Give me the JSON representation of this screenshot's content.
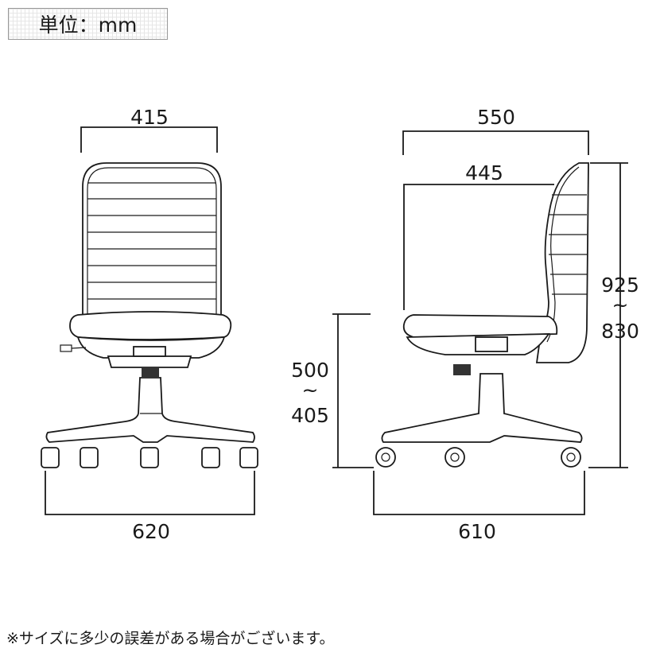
{
  "unit_label": "単位：mm",
  "front_view": {
    "backrest_width": "415",
    "overall_width": "620"
  },
  "side_view": {
    "overall_depth": "550",
    "seat_depth": "445",
    "height_max": "925",
    "height_min": "830",
    "seat_height_max": "500",
    "seat_height_min": "405",
    "base_depth": "610",
    "range_symbol": "~"
  },
  "footnote": "※サイズに多少の誤差がある場合がございます。"
}
